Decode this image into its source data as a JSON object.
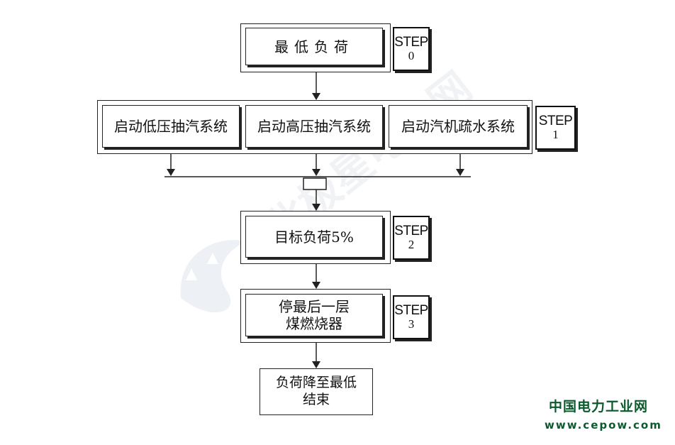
{
  "nodes": {
    "step0_box": "最低负荷",
    "step1_box_a": "启动低压抽汽系统",
    "step1_box_b": "启动高压抽汽系统",
    "step1_box_c": "启动汽机疏水系统",
    "step2_box": "目标负荷5%",
    "step3_box_line1": "停最后一层",
    "step3_box_line2": "煤燃烧器",
    "end_box_line1": "负荷降至最低",
    "end_box_line2": "结束"
  },
  "steps": [
    {
      "word": "STEP",
      "num": "0"
    },
    {
      "word": "STEP",
      "num": "1"
    },
    {
      "word": "STEP",
      "num": "2"
    },
    {
      "word": "STEP",
      "num": "3"
    }
  ],
  "watermark": {
    "brand_name": "中国电力工业网",
    "brand_url": "www.cepow.com"
  },
  "colors": {
    "line": "#222222",
    "brand": "#0a5a2e",
    "watermark": "#d7dde6"
  }
}
